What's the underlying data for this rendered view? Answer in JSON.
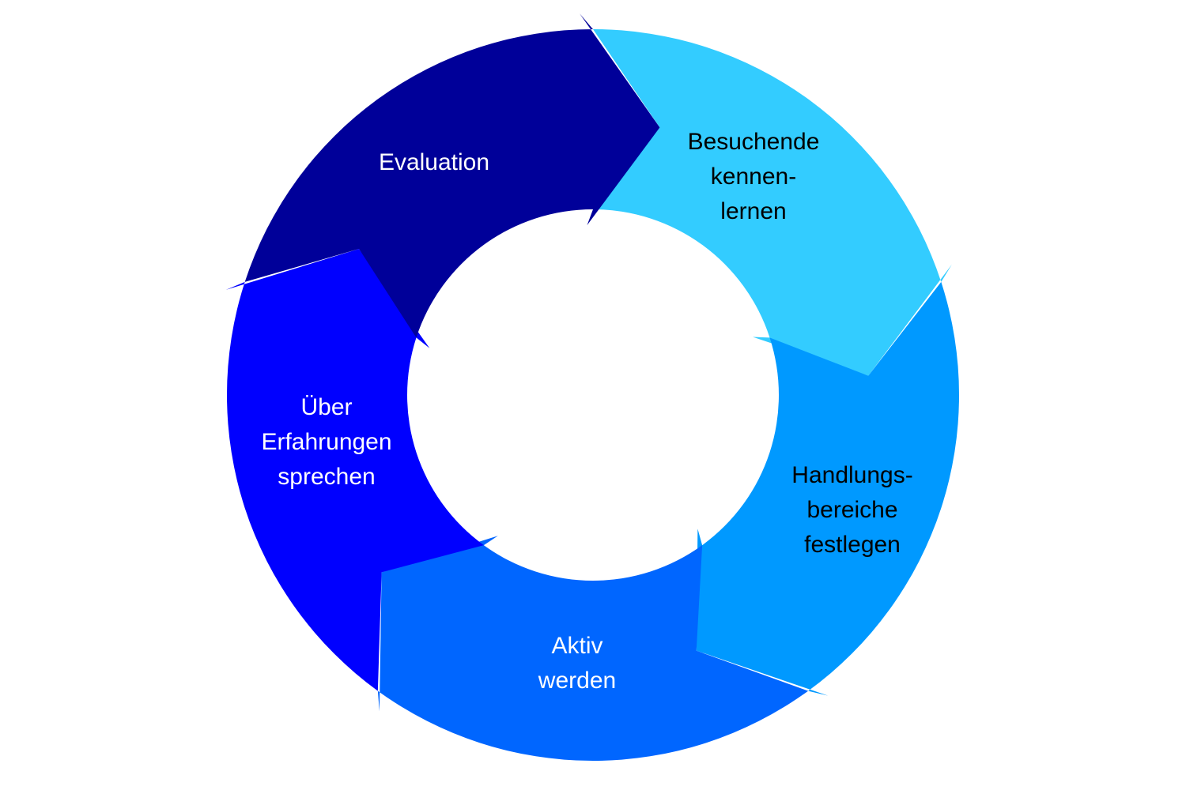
{
  "diagram": {
    "type": "cycle",
    "steps": [
      {
        "label_lines": [
          "Besuchende",
          "kennen-",
          "lernen"
        ],
        "color": "#33ccff",
        "text_color": "#000000"
      },
      {
        "label_lines": [
          "Handlungs-",
          "bereiche",
          "festlegen"
        ],
        "color": "#0099ff",
        "text_color": "#000000"
      },
      {
        "label_lines": [
          "Aktiv",
          "werden"
        ],
        "color": "#0066ff",
        "text_color": "#ffffff"
      },
      {
        "label_lines": [
          "Über",
          "Erfahrungen",
          "sprechen"
        ],
        "color": "#0000ff",
        "text_color": "#ffffff"
      },
      {
        "label_lines": [
          "Evaluation"
        ],
        "color": "#000099",
        "text_color": "#ffffff"
      }
    ]
  }
}
